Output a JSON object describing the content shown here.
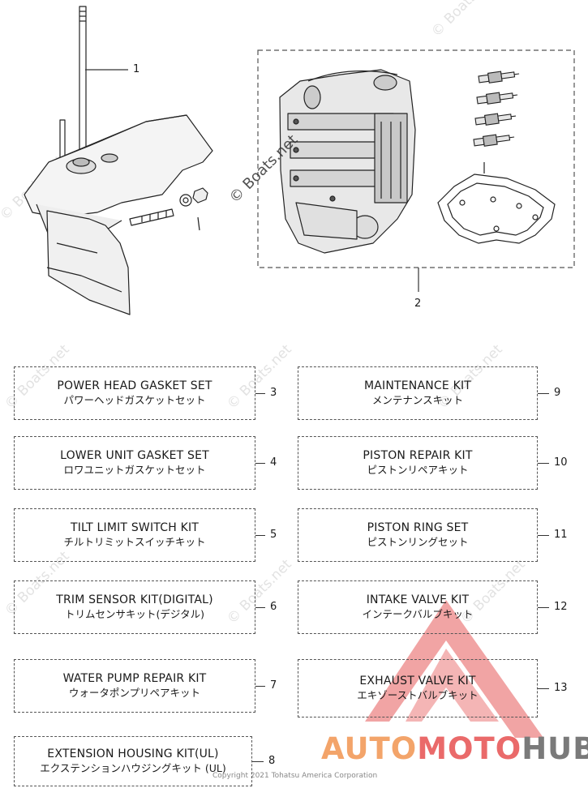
{
  "callouts": {
    "c1": "1",
    "c2": "2"
  },
  "kits_left": [
    {
      "en": "POWER HEAD GASKET SET",
      "ja": "パワーヘッドガスケットセット",
      "num": "3"
    },
    {
      "en": "LOWER UNIT GASKET SET",
      "ja": "ロワユニットガスケットセット",
      "num": "4"
    },
    {
      "en": "TILT LIMIT SWITCH KIT",
      "ja": "チルトリミットスイッチキット",
      "num": "5"
    },
    {
      "en": "TRIM SENSOR KIT(DIGITAL)",
      "ja": "トリムセンサキット(デジタル)",
      "num": "6"
    },
    {
      "en": "WATER PUMP REPAIR KIT",
      "ja": "ウォータポンプリペアキット",
      "num": "7"
    },
    {
      "en": "EXTENSION HOUSING KIT(UL)",
      "ja": "エクステンションハウジングキット (UL)",
      "num": "8"
    }
  ],
  "kits_right": [
    {
      "en": "MAINTENANCE KIT",
      "ja": "メンテナンスキット",
      "num": "9"
    },
    {
      "en": "PISTON REPAIR  KIT",
      "ja": "ピストンリペアキット",
      "num": "10"
    },
    {
      "en": "PISTON RING SET",
      "ja": "ピストンリングセット",
      "num": "11"
    },
    {
      "en": "INTAKE VALVE KIT",
      "ja": "インテークバルブキット",
      "num": "12"
    },
    {
      "en": "EXHAUST VALVE KIT",
      "ja": "エキゾーストバルブキット",
      "num": "13"
    }
  ],
  "watermark_text": "© Boats.net",
  "copyright": "Copyright 2021 Tohatsu America Corporation",
  "brand": {
    "part1": "AUTO",
    "part2": "MOTO",
    "part3": "HUB"
  },
  "colors": {
    "line": "#333333",
    "dash_border": "#555555",
    "brand_orange": "#f3a46a",
    "brand_red": "#ea6a6a",
    "brand_gray": "#7a7a7a"
  }
}
